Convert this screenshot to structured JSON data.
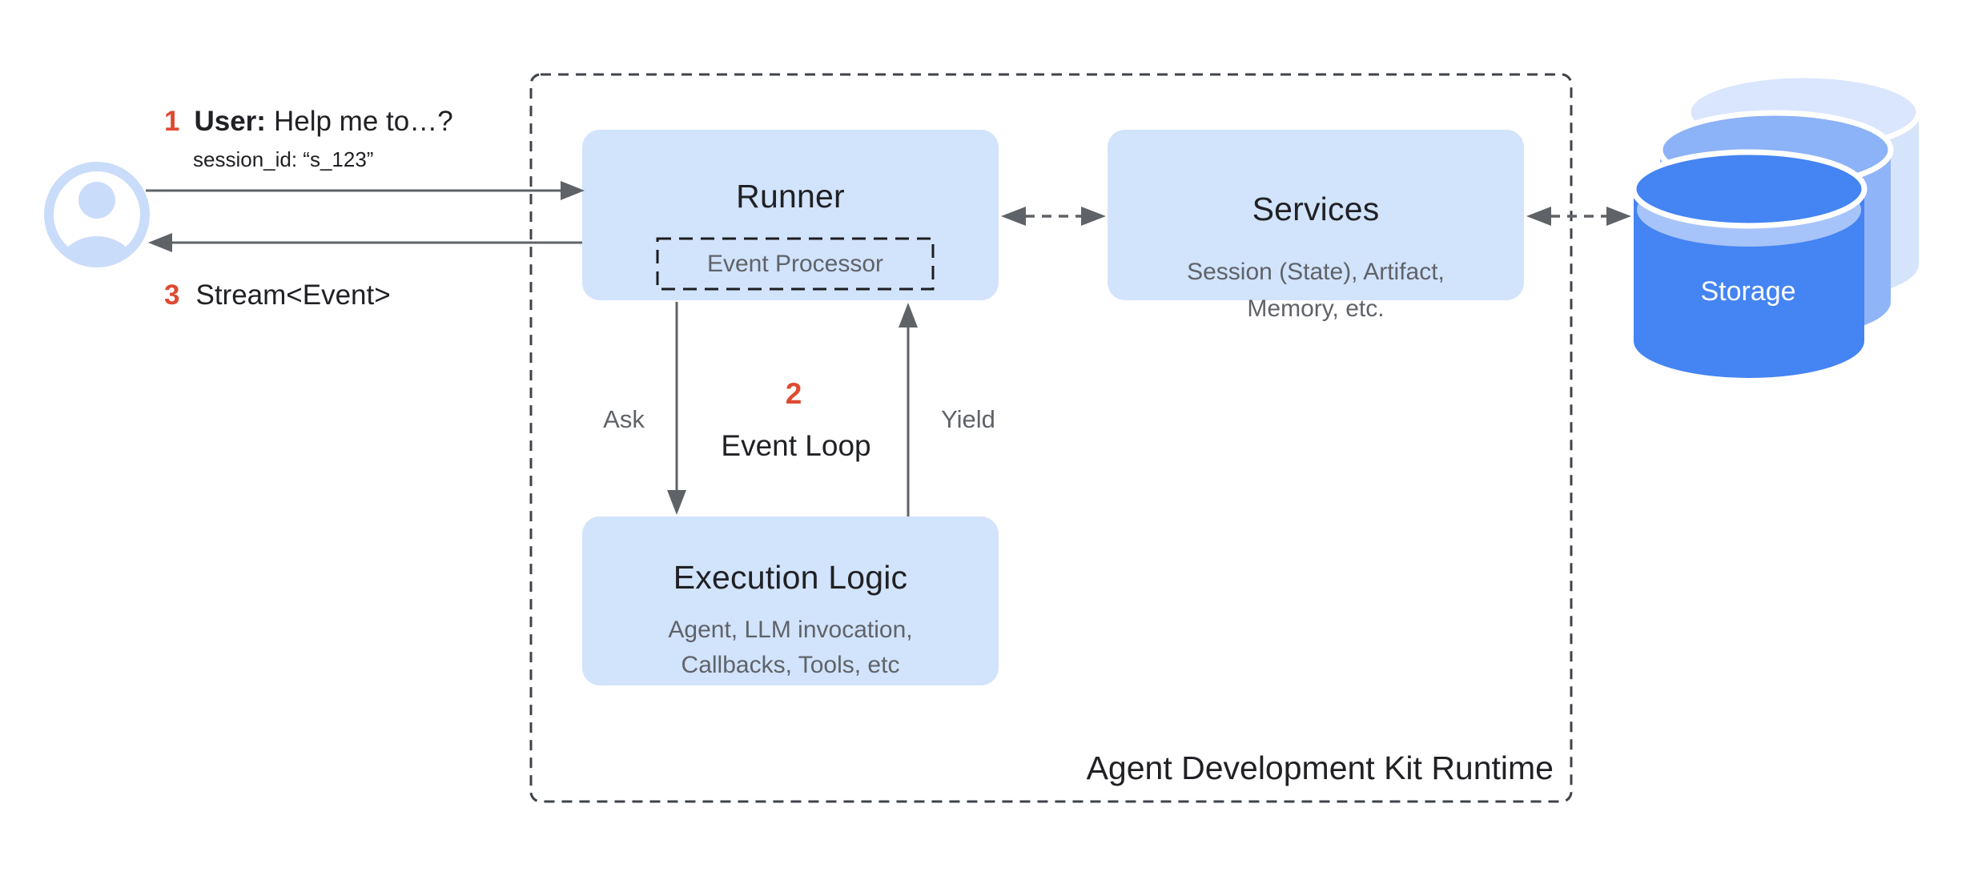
{
  "colors": {
    "box_fill": "#D2E3FC",
    "storage_front": "#4484F3",
    "storage_middle": "#90B4F8",
    "storage_back": "#D5E3FB",
    "storage_stripe": "#A6C4F9",
    "avatar_blue": "#C9DCFA",
    "accent_red": "#DD4B32",
    "arrow_gray": "#5F6368",
    "text_dark": "#202124",
    "text_gray": "#5F6368"
  },
  "user_flow": {
    "step1": {
      "number": "1",
      "speaker": "User:",
      "message": "Help me to…?"
    },
    "session": "session_id: “s_123”",
    "step3": {
      "number": "3",
      "label": "Stream<Event>"
    }
  },
  "runner": {
    "title": "Runner",
    "event_processor": "Event Processor"
  },
  "services": {
    "title": "Services",
    "subtitle": [
      "Session (State), Artifact,",
      "Memory, etc."
    ]
  },
  "execution_logic": {
    "title": "Execution Logic",
    "subtitle": [
      "Agent, LLM invocation,",
      "Callbacks, Tools, etc"
    ]
  },
  "event_loop": {
    "number": "2",
    "label": "Event Loop",
    "ask": "Ask",
    "yield": "Yield"
  },
  "storage": {
    "label": "Storage"
  },
  "container": {
    "label": "Agent Development Kit Runtime"
  }
}
